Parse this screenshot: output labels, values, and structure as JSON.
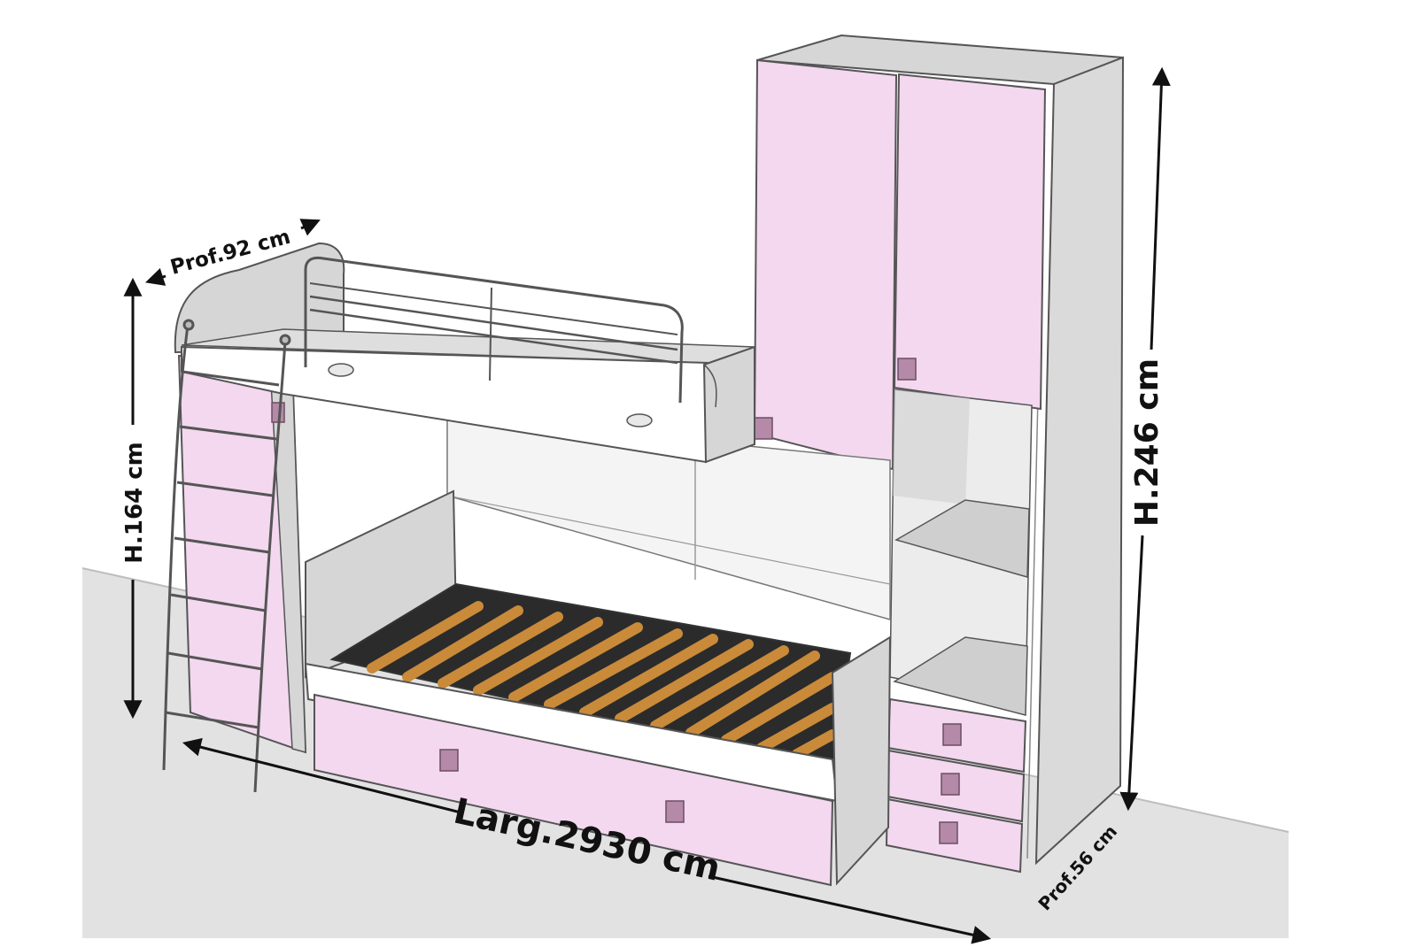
{
  "dimensions": {
    "bed_depth": "Prof.92 cm",
    "bed_height": "H.164  cm",
    "total_width": "Larg.2930 cm",
    "wardrobe_height": "H.246  cm",
    "wardrobe_depth": "Prof.56 cm"
  },
  "colors": {
    "panel_grey": "#d8d8d8",
    "panel_grey_dark": "#c4c4c4",
    "front_pink": "#f3d8ef",
    "handle_pink": "#b48aa8",
    "slat_wood": "#c98a3a",
    "floor": "#e2e2e2",
    "outline": "#555555",
    "arrow": "#111111"
  }
}
